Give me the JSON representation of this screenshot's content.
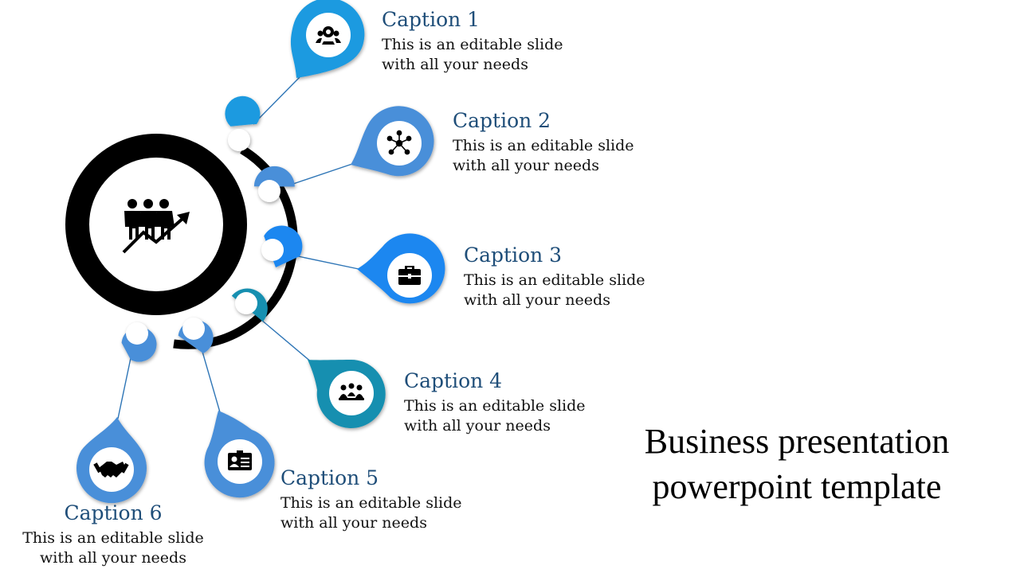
{
  "title": "Business presentation powerpoint template",
  "center_icon": "team-growth-icon",
  "colors": {
    "ring": "#000000",
    "connector": "#2e75b6",
    "caption_title": "#1f4e79"
  },
  "captions": [
    {
      "title": "Caption 1",
      "line1": "This is an editable slide",
      "line2": "with all your needs",
      "icon": "user-search-icon",
      "color": "#1a9ae0"
    },
    {
      "title": "Caption 2",
      "line1": "This is an editable slide",
      "line2": "with all your needs",
      "icon": "network-icon",
      "color": "#4a8fd9"
    },
    {
      "title": "Caption 3",
      "line1": "This is an editable slide",
      "line2": "with all your needs",
      "icon": "briefcase-icon",
      "color": "#1f87f0"
    },
    {
      "title": "Caption 4",
      "line1": "This is an editable slide",
      "line2": "with all your needs",
      "icon": "meeting-icon",
      "color": "#178fb0"
    },
    {
      "title": "Caption 5",
      "line1": "This is an editable slide",
      "line2": "with all your needs",
      "icon": "id-card-icon",
      "color": "#4a8fd9"
    },
    {
      "title": "Caption 6",
      "line1": "This is an editable slide",
      "line2": "with all your needs",
      "icon": "handshake-icon",
      "color": "#4a8fd9"
    }
  ]
}
